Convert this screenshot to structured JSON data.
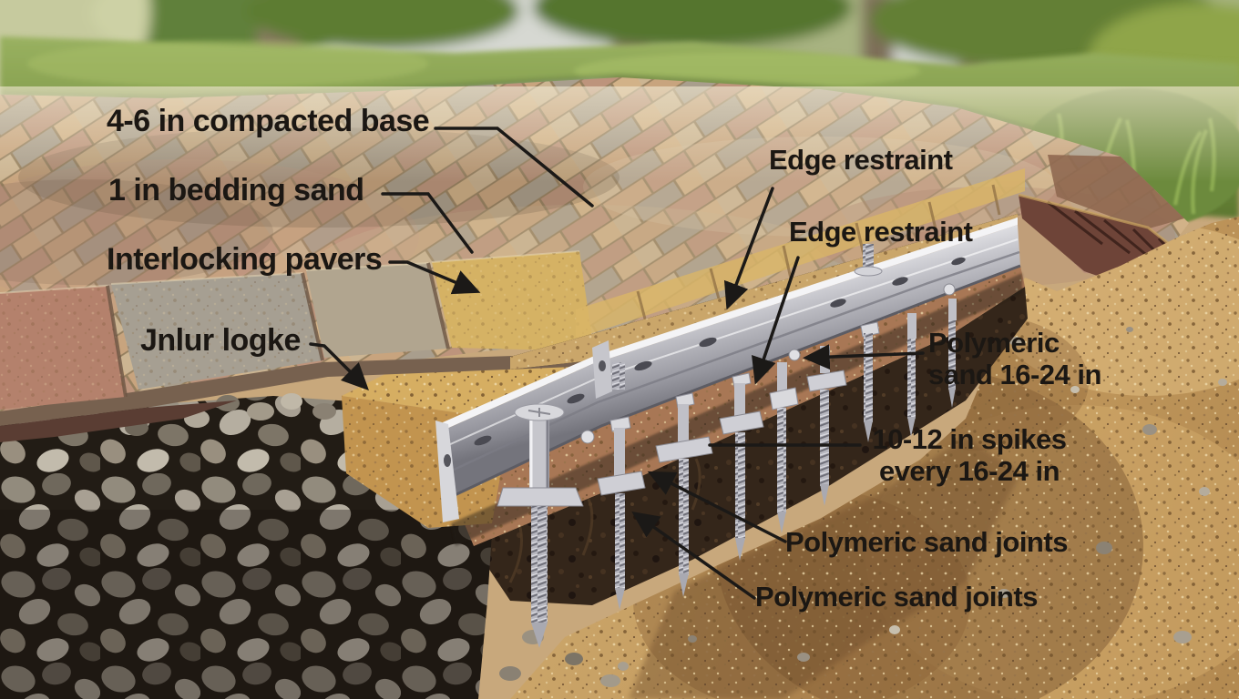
{
  "figure": {
    "subject": "Interlocking paver driveway edge-restraint installation cross-section (annotated photo diagram)",
    "scene_elements": [
      "blurred lawn and palm trunks with house wall",
      "herringbone paver driveway",
      "crushed gravel base pile",
      "bedding sand block",
      "aluminum edge restraint rail with oval holes",
      "threaded landscape spikes with brackets",
      "dark subsoil trench",
      "excavated sand mound with pebbles"
    ]
  },
  "annotations": [
    {
      "id": "compacted-base",
      "text": "4-6 in compacted base"
    },
    {
      "id": "bedding-sand",
      "text": "1 in bedding sand"
    },
    {
      "id": "interlocking-pavers",
      "text": "Interlocking pavers"
    },
    {
      "id": "joint-lock-garbled",
      "text": "Jnlur logke"
    },
    {
      "id": "edge-restraint-top",
      "text": "Edge restraint"
    },
    {
      "id": "edge-restraint-lower",
      "text": "Edge restraint"
    },
    {
      "id": "polymeric-sand-spacing",
      "lines": [
        "Polymeric",
        "sand 16-24 in"
      ]
    },
    {
      "id": "spikes-spacing",
      "lines": [
        "10-12 in spikes",
        "every 16-24 in"
      ]
    },
    {
      "id": "polymeric-sand-joints-upper",
      "text": "Polymeric sand joints"
    },
    {
      "id": "polymeric-sand-joints-lower",
      "text": "Polymeric sand joints"
    }
  ],
  "palette": {
    "label_text": "#1b1713",
    "paver_tan": "#c8a47e",
    "paver_pink": "#bd947c",
    "paver_gray": "#a99e8d",
    "paver_yellow": "#d5b264",
    "grass": "#7f9a4a",
    "gravel": "#8d877c",
    "bedding_sand": "#c49b58",
    "rail_metal": "#c9c9cf",
    "subsoil": "#34261a",
    "excavated_sand": "#c8a167",
    "brick_edge": "#6e4438"
  }
}
